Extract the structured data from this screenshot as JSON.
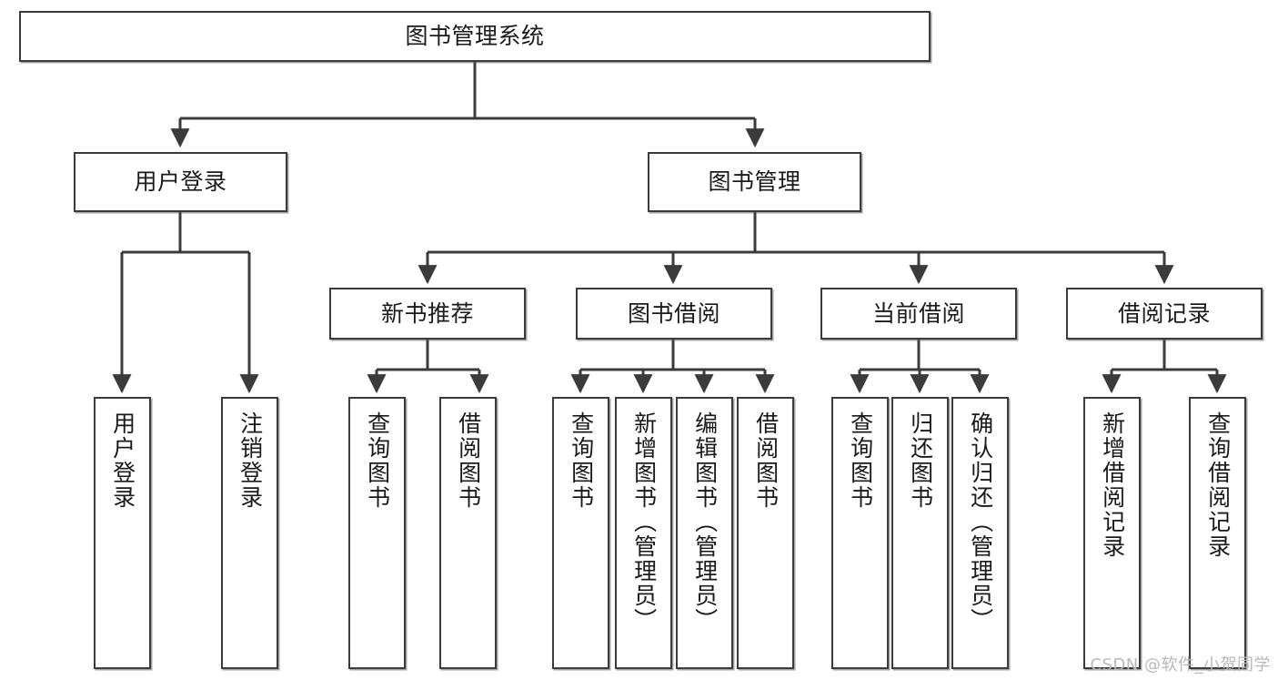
{
  "diagram": {
    "title": "图书管理系统",
    "type": "tree-hierarchy-diagram",
    "orientation": "top-down",
    "colors": {
      "box_border": "#3b3b3b",
      "box_fill": "#ffffff",
      "connector": "#3b3b3b",
      "text": "#1a1a1a",
      "watermark": "#b9b9b9",
      "background": "#ffffff"
    }
  },
  "nodes": {
    "root": {
      "label": "图书管理系统",
      "level": 1
    },
    "level2": [
      {
        "id": "user-login",
        "label": "用户登录"
      },
      {
        "id": "book-management",
        "label": "图书管理"
      }
    ],
    "level3": [
      {
        "id": "new-book-recommend",
        "label": "新书推荐",
        "parent": "book-management"
      },
      {
        "id": "book-borrow",
        "label": "图书借阅",
        "parent": "book-management"
      },
      {
        "id": "current-borrow",
        "label": "当前借阅",
        "parent": "book-management"
      },
      {
        "id": "borrow-record",
        "label": "借阅记录",
        "parent": "book-management"
      }
    ],
    "leaves": {
      "user-login": [
        {
          "id": "leaf-user-login",
          "label": "用户登录"
        },
        {
          "id": "leaf-logout",
          "label": "注销登录"
        }
      ],
      "new-book-recommend": [
        {
          "id": "leaf-query-book-1",
          "label": "查询图书"
        },
        {
          "id": "leaf-borrow-book-1",
          "label": "借阅图书"
        }
      ],
      "book-borrow": [
        {
          "id": "leaf-query-book-2",
          "label": "查询图书"
        },
        {
          "id": "leaf-add-book",
          "label": "新增图书（管理员）"
        },
        {
          "id": "leaf-edit-book",
          "label": "编辑图书（管理员）"
        },
        {
          "id": "leaf-borrow-book-2",
          "label": "借阅图书"
        }
      ],
      "current-borrow": [
        {
          "id": "leaf-query-book-3",
          "label": "查询图书"
        },
        {
          "id": "leaf-return-book",
          "label": "归还图书"
        },
        {
          "id": "leaf-confirm-return",
          "label": "确认归还（管理员）"
        }
      ],
      "borrow-record": [
        {
          "id": "leaf-add-record",
          "label": "新增借阅记录"
        },
        {
          "id": "leaf-query-record",
          "label": "查询借阅记录"
        }
      ]
    }
  },
  "watermark": {
    "text": "CSDN @软件_小贺同学"
  }
}
